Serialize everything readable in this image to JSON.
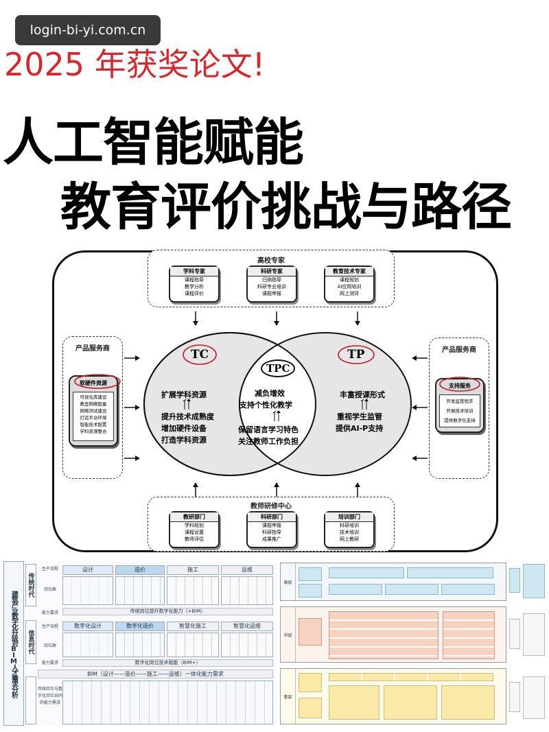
{
  "watermark": "login-bi-yi.com.cn",
  "header": {
    "year_title": "2025 年获奖论文!",
    "title_line1": "人工智能赋能",
    "title_line2": "教育评价挑战与路径"
  },
  "diagram": {
    "top_group": {
      "title": "高校专家",
      "cards": [
        {
          "title": "学科专家",
          "lines": [
            "课程指导",
            "教学分析",
            "课程评价"
          ]
        },
        {
          "title": "科研专家",
          "lines": [
            "归纳指导",
            "科研专业培训",
            "课题申报"
          ]
        },
        {
          "title": "教育技术专家",
          "lines": [
            "课程规划",
            "AI应用培训",
            "网上测评"
          ]
        }
      ]
    },
    "left_group": {
      "title": "产品服务商",
      "card_title": "软硬件资源",
      "lines": [
        "可视化库建设",
        "教室网络配备",
        "网络测试建设",
        "打造平台环境",
        "智能技术配置",
        "学科资源整合"
      ]
    },
    "right_group": {
      "title": "产品服务商",
      "card_title": "支持服务",
      "lines": [
        "开发监管程序",
        "开展技术培训",
        "提供数字化支持"
      ]
    },
    "bottom_group": {
      "title": "教师研修中心",
      "cards": [
        {
          "title": "教研部门",
          "lines": [
            "学科规划",
            "课程设置",
            "教师评估"
          ]
        },
        {
          "title": "科研部门",
          "lines": [
            "课题申报",
            "科研指导",
            "成果推广"
          ]
        },
        {
          "title": "培训部门",
          "lines": [
            "科研培训",
            "技术培训",
            "网上教研"
          ]
        }
      ]
    },
    "venn": {
      "tc_label": "TC",
      "tp_label": "TP",
      "tpc_label": "TPC",
      "tc_lines": [
        "扩展学科资源",
        "提升技术成熟度",
        "增加硬件设备",
        "打造学科资源"
      ],
      "tpc_lines": [
        "减负增效",
        "支持个性化教学",
        "保留语言学习特色",
        "关注教师工作负担"
      ],
      "tp_lines": [
        "丰富授课形式",
        "重视学生监管",
        "提供AI-P支持"
      ]
    }
  },
  "bottom_left": {
    "side_title": "建筑产业数字化升级对BIM人才需求分析",
    "era1": "传统时代",
    "era2": "信息时代",
    "row_labels": [
      "生产流程",
      "岗位群",
      "能力要求",
      "生产流程",
      "岗位群",
      "能力要求",
      "传统岗位与数字化岗位共同的能力需求"
    ],
    "phase_headers_1": [
      "设计",
      "造价",
      "施工",
      "运维"
    ],
    "phase_headers_2": [
      "数字化设计",
      "数字化造价",
      "智慧化施工",
      "智慧化运维"
    ],
    "bar1": "传统岗位提升数字化能力（+BIM）",
    "bar2": "数字化岗位技术赋能（BIM+）",
    "bar3": "BIM（设计——造价——施工——运维）一体化能力需求"
  },
  "bottom_right": {
    "row_labels": [
      "高层",
      "中层",
      "基层"
    ]
  },
  "colors": {
    "accent_red": "#d8262c",
    "venn_fill": "#e6e6e6",
    "bl_design": "#dfe8f5",
    "bl_cost": "#bcd7ee",
    "br_top": "#cfe6f3",
    "br_mid": "#f6d2c0",
    "br_low": "#fbe9a8"
  }
}
